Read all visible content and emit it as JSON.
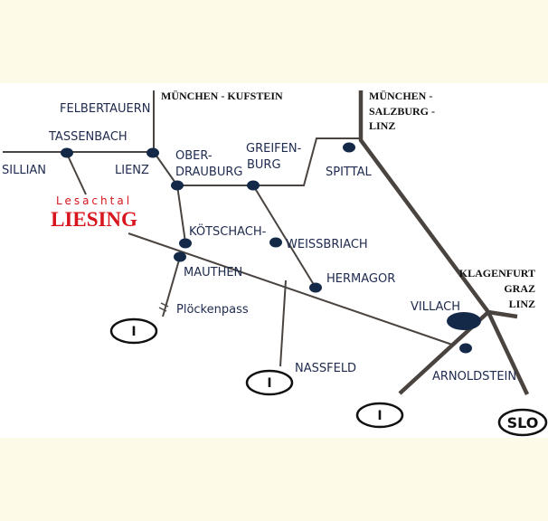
{
  "map": {
    "region_subtitle": "Lesachtal",
    "highlight_town": "LIESING",
    "places": {
      "felbertauern": "FELBERTAUERN",
      "tassenbach": "TASSENBACH",
      "sillian": "SILLIAN",
      "lienz": "LIENZ",
      "ober": "OBER-",
      "drauburg": "DRAUBURG",
      "greifen": "GREIFEN-",
      "burg": "BURG",
      "spittal": "SPITTAL",
      "koetschach": "KÖTSCHACH-",
      "mauthen": "MAUTHEN",
      "weissbriach": "WEISSBRIACH",
      "hermagor": "HERMAGOR",
      "ploeckenpass": "Plöckenpass",
      "nassfeld": "NASSFELD",
      "villach": "VILLACH",
      "arnoldstein": "ARNOLDSTEIN"
    },
    "routes": {
      "muenchen_kufstein": "MÜNCHEN - KUFSTEIN",
      "msl_1": "MÜNCHEN -",
      "msl_2": "SALZBURG -",
      "msl_3": "LINZ",
      "kgl_1": "KLAGENFURT",
      "kgl_2": "GRAZ",
      "kgl_3": "LINZ"
    },
    "borders": {
      "italy_1": "I",
      "italy_2": "I",
      "italy_3": "I",
      "slovenia": "SLO"
    },
    "colors": {
      "road": "#4a4440",
      "town": "#142848",
      "highlight": "#d8141c",
      "label": "#1e2a4e"
    }
  }
}
